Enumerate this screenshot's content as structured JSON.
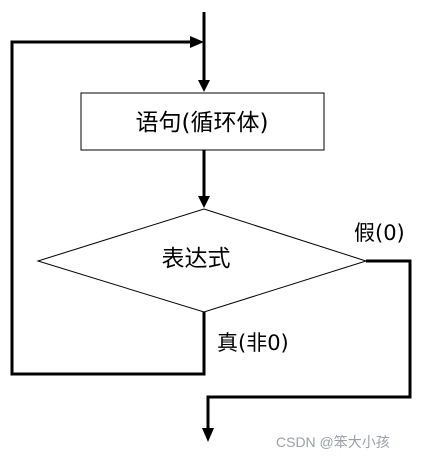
{
  "diagram": {
    "loop_body_label": "语句(循环体)",
    "condition_label": "表达式",
    "false_label": "假(0)",
    "true_label": "真(非0)"
  },
  "watermark": {
    "text": "CSDN @笨大小孩"
  },
  "colors": {
    "stroke": "#000000",
    "box_fill": "#ffffff",
    "watermark": "#9aa0a6"
  }
}
